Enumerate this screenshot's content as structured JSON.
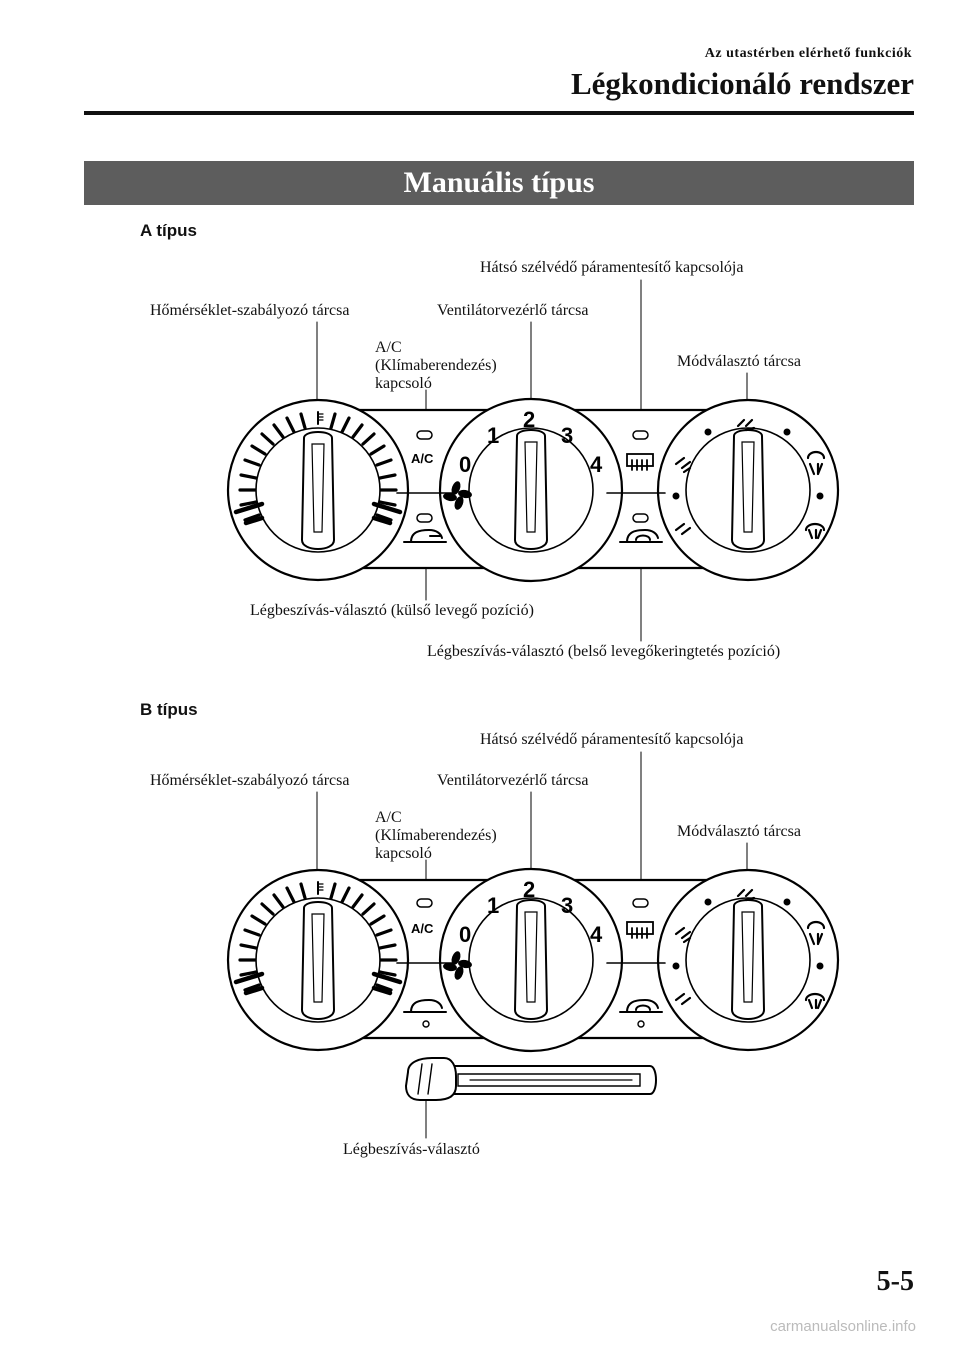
{
  "header": {
    "subtitle": "Az utastérben elérhető funkciók",
    "title": "Légkondicionáló rendszer"
  },
  "section_title": "Manuális típus",
  "type_a": {
    "label": "A típus",
    "callouts": {
      "rear_defrost": "Hátsó szélvédő páramentesítő kapcsolója",
      "temp_dial": "Hőmérséklet-szabályozó tárcsa",
      "fan_dial": "Ventilátorvezérlő tárcsa",
      "ac_line1": "A/C",
      "ac_line2": "(Klímaberendezés)",
      "ac_line3": "kapcsoló",
      "mode_dial": "Módválasztó tárcsa",
      "intake_outside": "Légbeszívás-választó (külső levegő pozíció)",
      "intake_recirc": "Légbeszívás-választó (belső levegőkeringtetés pozíció)"
    }
  },
  "type_b": {
    "label": "B típus",
    "callouts": {
      "rear_defrost": "Hátsó szélvédő páramentesítő kapcsolója",
      "temp_dial": "Hőmérséklet-szabályozó tárcsa",
      "fan_dial": "Ventilátorvezérlő tárcsa",
      "ac_line1": "A/C",
      "ac_line2": "(Klímaberendezés)",
      "ac_line3": "kapcsoló",
      "mode_dial": "Módválasztó tárcsa",
      "intake_lever": "Légbeszívás-választó"
    }
  },
  "panel": {
    "ac_button": "A/C",
    "fan_speeds": [
      "0",
      "1",
      "2",
      "3",
      "4"
    ]
  },
  "page_number": "5-5",
  "watermark": "carmanualsonline.info"
}
